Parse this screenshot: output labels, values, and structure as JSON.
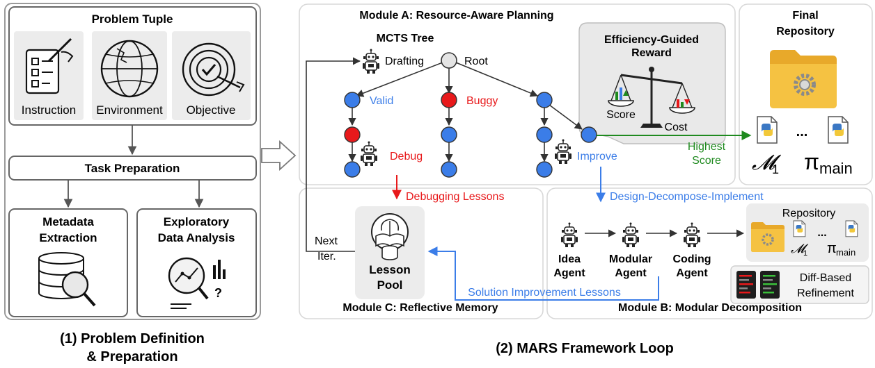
{
  "left_panel": {
    "problem_tuple_title": "Problem Tuple",
    "items": [
      "Instruction",
      "Environment",
      "Objective"
    ],
    "task_preparation": "Task Preparation",
    "metadata_line1": "Metadata",
    "metadata_line2": "Extraction",
    "eda_line1": "Exploratory",
    "eda_line2": "Data Analysis",
    "caption_line1": "(1) Problem Definition",
    "caption_line2": "& Preparation"
  },
  "module_a": {
    "title": "Module A: Resource-Aware Planning",
    "tree_title": "MCTS Tree",
    "drafting": "Drafting",
    "root": "Root",
    "valid": "Valid",
    "buggy": "Buggy",
    "debug": "Debug",
    "improve": "Improve",
    "reward_line1": "Efficiency-Guided",
    "reward_line2": "Reward",
    "score": "Score",
    "cost": "Cost",
    "highest_score_line1": "Highest",
    "highest_score_line2": "Score"
  },
  "final_repo": {
    "title_line1": "Final",
    "title_line2": "Repository",
    "dots": "...",
    "label_m": "𝓜",
    "label_m_sub": "1",
    "label_pi": "π",
    "label_pi_sub": "main"
  },
  "module_c": {
    "title": "Module C: Reflective Memory",
    "next_iter_line1": "Next",
    "next_iter_line2": "Iter.",
    "lesson_line1": "Lesson",
    "lesson_line2": "Pool",
    "debugging_lessons": "Debugging Lessons",
    "solution_lessons": "Solution Improvement Lessons"
  },
  "module_b": {
    "title": "Module B: Modular Decomposition",
    "ddi": "Design-Decompose-Implement",
    "idea_line1": "Idea",
    "idea_line2": "Agent",
    "modular_line1": "Modular",
    "modular_line2": "Agent",
    "coding_line1": "Coding",
    "coding_line2": "Agent",
    "repository": "Repository",
    "dots": "...",
    "diff_line1": "Diff-Based",
    "diff_line2": "Refinement"
  },
  "caption_right": "(2) MARS Framework Loop",
  "colors": {
    "node_blue": "#3b7de8",
    "node_red": "#e8191b",
    "node_gray": "#e4e4e4",
    "text_blue": "#3b7de8",
    "text_red": "#e8191b",
    "text_green": "#1f8a1f",
    "panel_border": "#9a9a9a",
    "module_border": "#d8d8d8",
    "folder_yellow": "#f5c242"
  }
}
